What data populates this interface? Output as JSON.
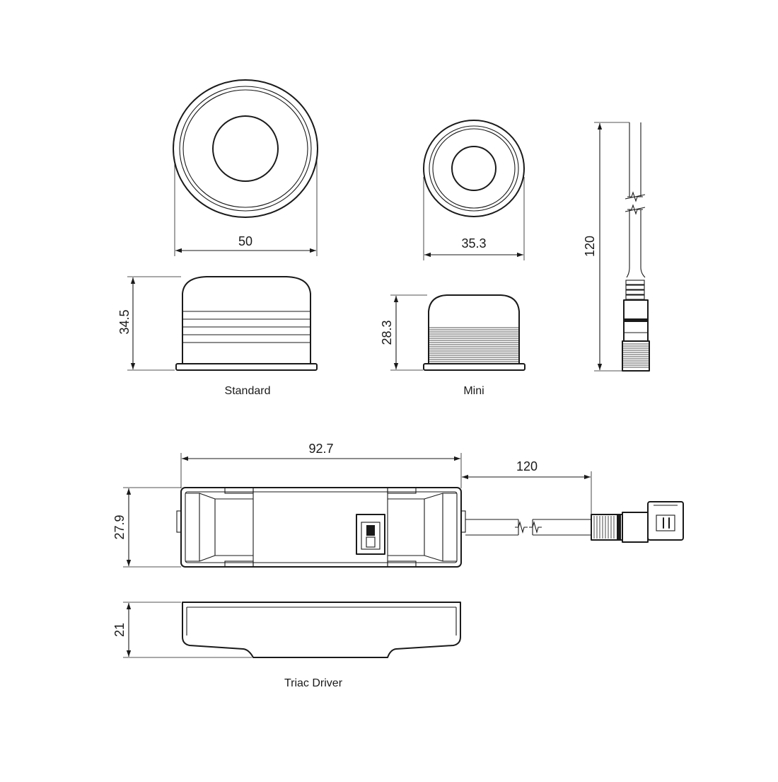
{
  "standard": {
    "width_label": "50",
    "height_label": "34.5",
    "caption": "Standard"
  },
  "mini": {
    "width_label": "35.3",
    "height_label": "28.3",
    "caption": "Mini"
  },
  "cable": {
    "length_label": "120"
  },
  "driver": {
    "length_label": "92.7",
    "cable_length_label": "120",
    "width_label": "27.9",
    "height_label": "21",
    "caption": "Triac Driver"
  },
  "colors": {
    "line": "#1a1a1a",
    "background": "#ffffff"
  }
}
